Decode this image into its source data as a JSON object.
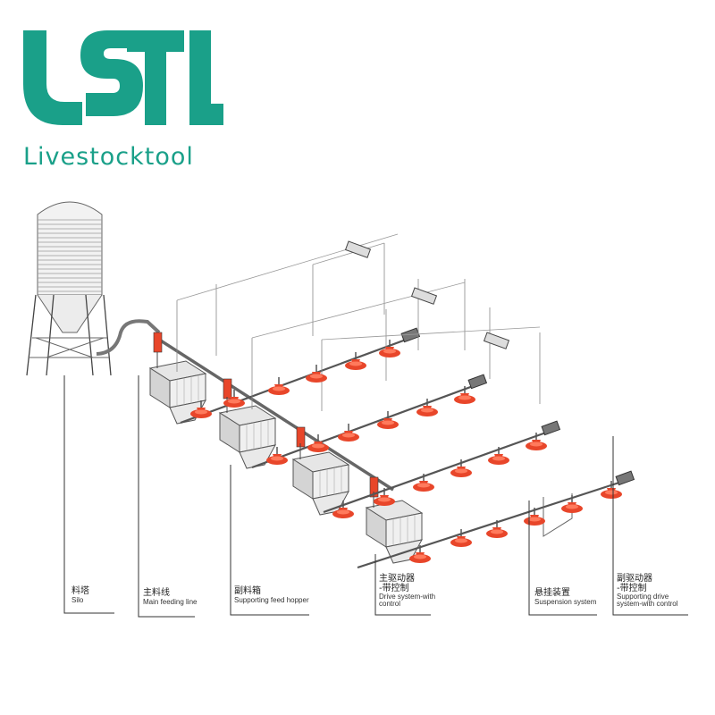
{
  "brand": {
    "logo_letters": "LSTL",
    "name": "Livestocktool",
    "color": "#1aa089"
  },
  "diagram": {
    "feeder_color": "#e8462a",
    "labels": [
      {
        "key": "silo",
        "zh": "料塔",
        "en": [
          "Silo"
        ]
      },
      {
        "key": "main_line",
        "zh": "主料线",
        "en": [
          "Main feeding line"
        ]
      },
      {
        "key": "hopper",
        "zh": "副料箱",
        "en": [
          "Supporting feed hopper"
        ]
      },
      {
        "key": "drive",
        "zh": "主驱动器",
        "zh2": "-带控制",
        "en": [
          "Drive system-with",
          "control"
        ]
      },
      {
        "key": "suspension",
        "zh": "悬挂装置",
        "en": [
          "Suspension system"
        ]
      },
      {
        "key": "support_drive",
        "zh": "副驱动器",
        "zh2": "-带控制",
        "en": [
          "Supporting drive",
          "system-with control"
        ]
      }
    ]
  }
}
